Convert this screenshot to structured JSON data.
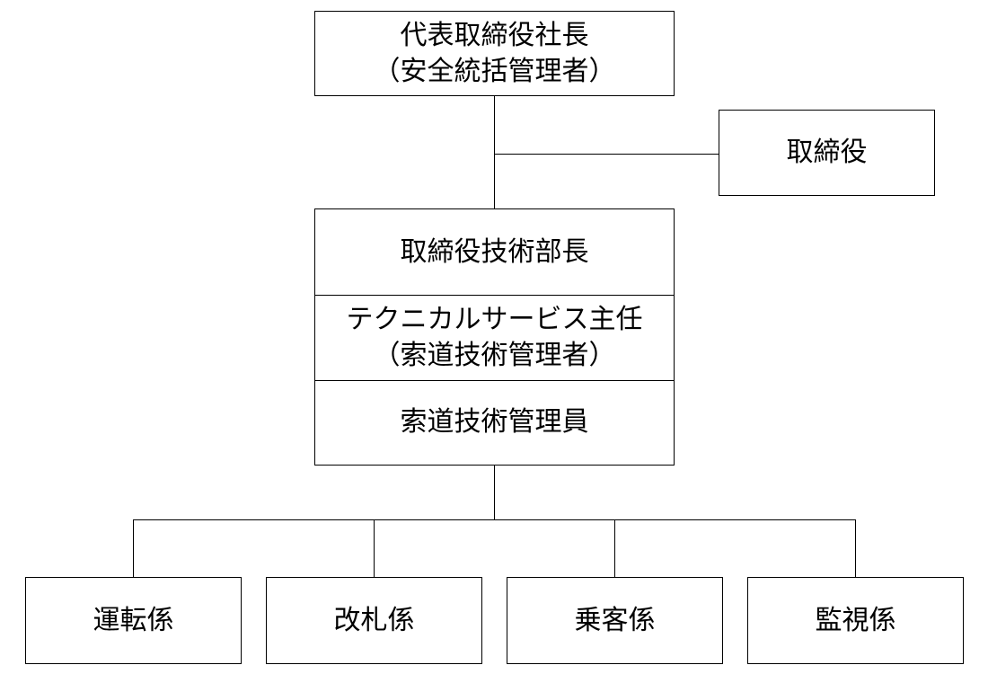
{
  "president": {
    "title": "代表取締役社長",
    "role": "（安全統括管理者）"
  },
  "director": {
    "title": "取締役"
  },
  "technical": {
    "head": "取締役技術部長",
    "chief_title": "テクニカルサービス主任",
    "chief_role": "（索道技術管理者）",
    "staff": "索道技術管理員"
  },
  "sections": [
    {
      "label": "運転係"
    },
    {
      "label": "改札係"
    },
    {
      "label": "乗客係"
    },
    {
      "label": "監視係"
    }
  ]
}
